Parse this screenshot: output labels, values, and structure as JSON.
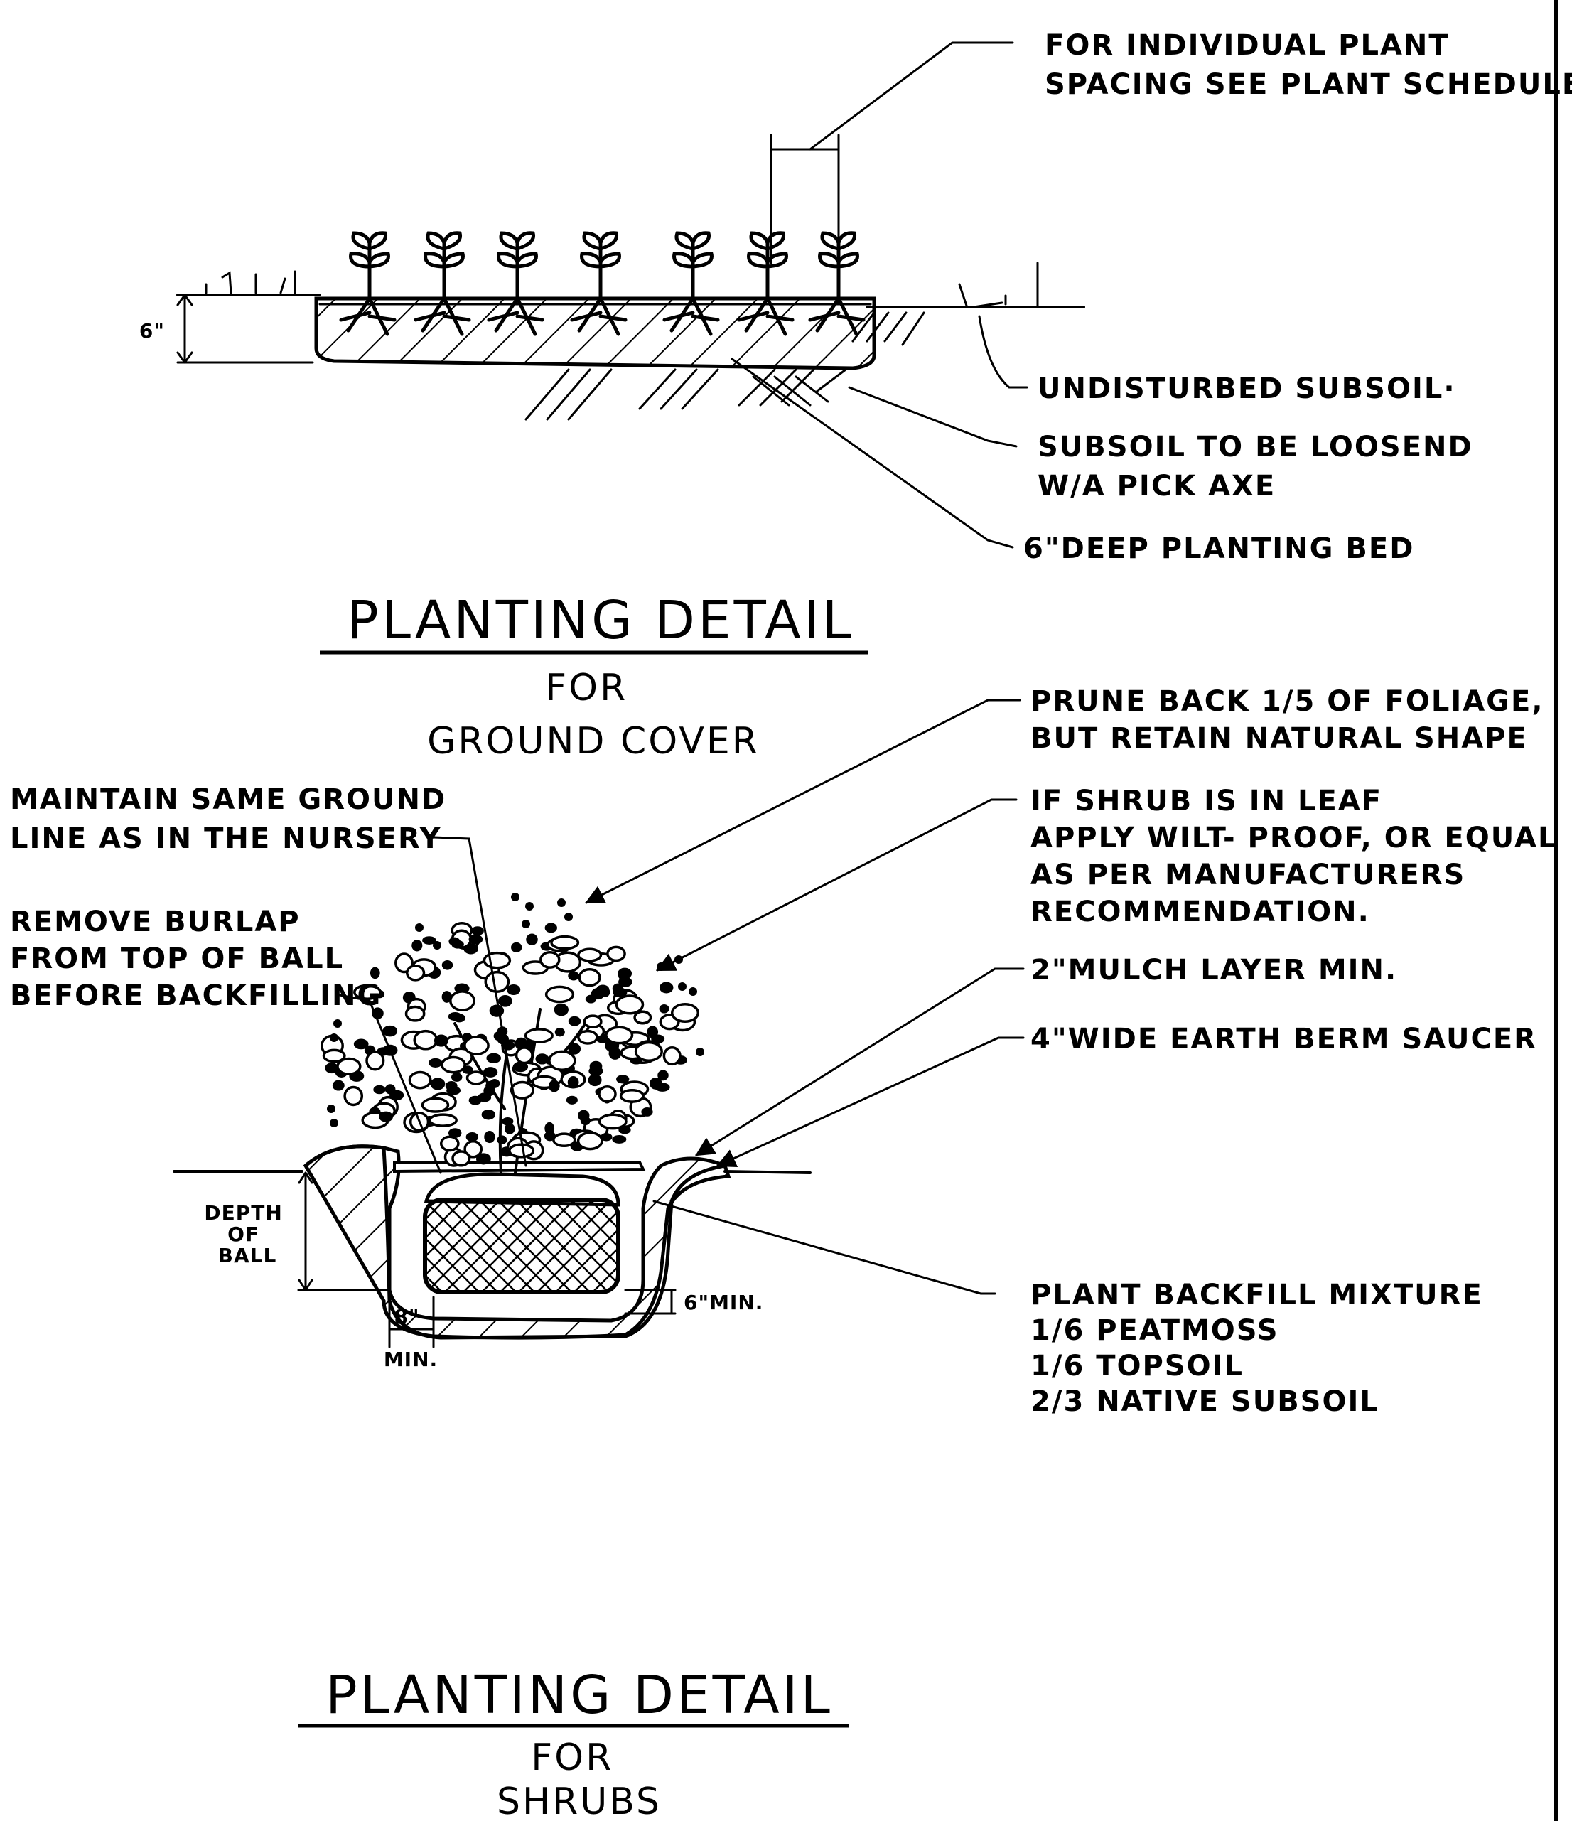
{
  "ground_cover": {
    "callouts": {
      "spacing": [
        "FOR INDIVIDUAL PLANT",
        "SPACING SEE PLANT SCHEDULE"
      ],
      "subsoil": [
        "UNDISTURBED SUBSOIL·"
      ],
      "loosen": [
        "SUBSOIL TO BE LOOSEND",
        "W/A PICK AXE"
      ],
      "bed": [
        "6\"DEEP PLANTING BED"
      ]
    },
    "dimension_depth": "6\"",
    "title": "PLANTING DETAIL",
    "subtitle": [
      "FOR",
      "GROUND COVER"
    ]
  },
  "shrubs": {
    "callouts": {
      "ground_line": [
        "MAINTAIN SAME GROUND",
        "LINE AS IN THE NURSERY"
      ],
      "burlap": [
        "REMOVE BURLAP",
        "FROM TOP OF BALL",
        "BEFORE BACKFILLING"
      ],
      "prune": [
        "PRUNE BACK 1/5 OF FOLIAGE,",
        "BUT RETAIN NATURAL SHAPE"
      ],
      "wilt": [
        "IF SHRUB IS IN LEAF",
        "APPLY WILT- PROOF, OR EQUAL",
        "AS PER MANUFACTURERS",
        "RECOMMENDATION."
      ],
      "mulch": [
        "2\"MULCH LAYER MIN."
      ],
      "berm": [
        "4\"WIDE EARTH BERM SAUCER"
      ],
      "backfill": [
        "PLANT BACKFILL MIXTURE",
        "1/6 PEATMOSS",
        "1/6 TOPSOIL",
        "2/3 NATIVE SUBSOIL"
      ]
    },
    "dimension_depth": [
      "DEPTH",
      "OF",
      "BALL"
    ],
    "dimension_width": [
      "8\"",
      "MIN."
    ],
    "dimension_bottom": "6\"MIN.",
    "title": "PLANTING DETAIL",
    "subtitle": [
      "FOR",
      "SHRUBS"
    ]
  }
}
